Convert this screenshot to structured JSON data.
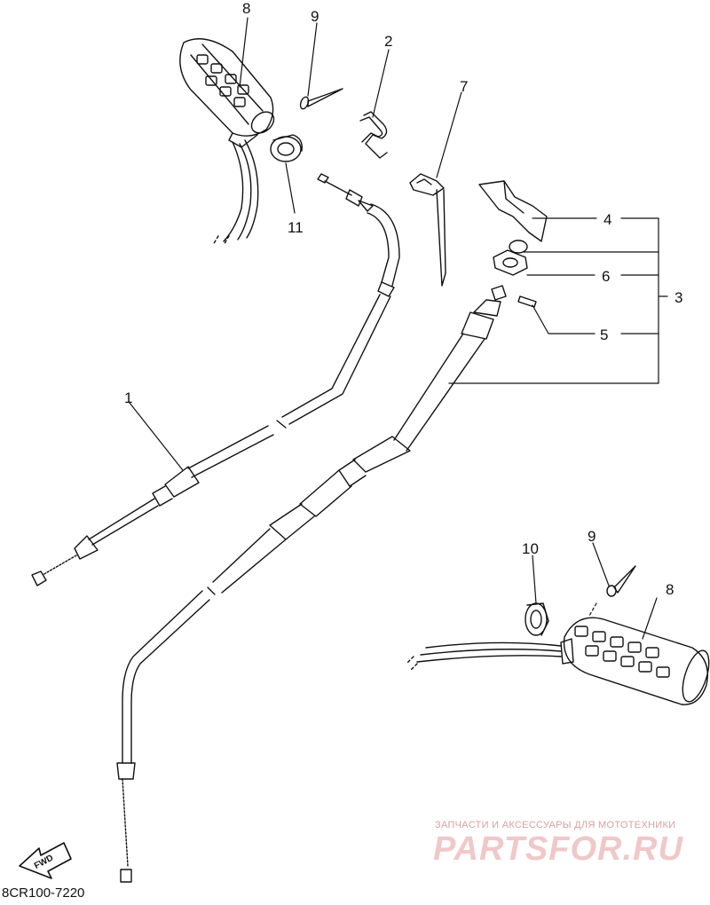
{
  "diagram": {
    "callouts": [
      "1",
      "2",
      "3",
      "4",
      "5",
      "6",
      "7",
      "8",
      "9",
      "10",
      "11"
    ],
    "direction_label": "FWD",
    "drawing_code": "8CR100-7220"
  },
  "watermark": {
    "tagline": "ЗАПЧАСТИ И АКСЕССУАРЫ ДЛЯ МОТОТЕХНИКИ",
    "brand": "PARTSFOR.RU"
  }
}
